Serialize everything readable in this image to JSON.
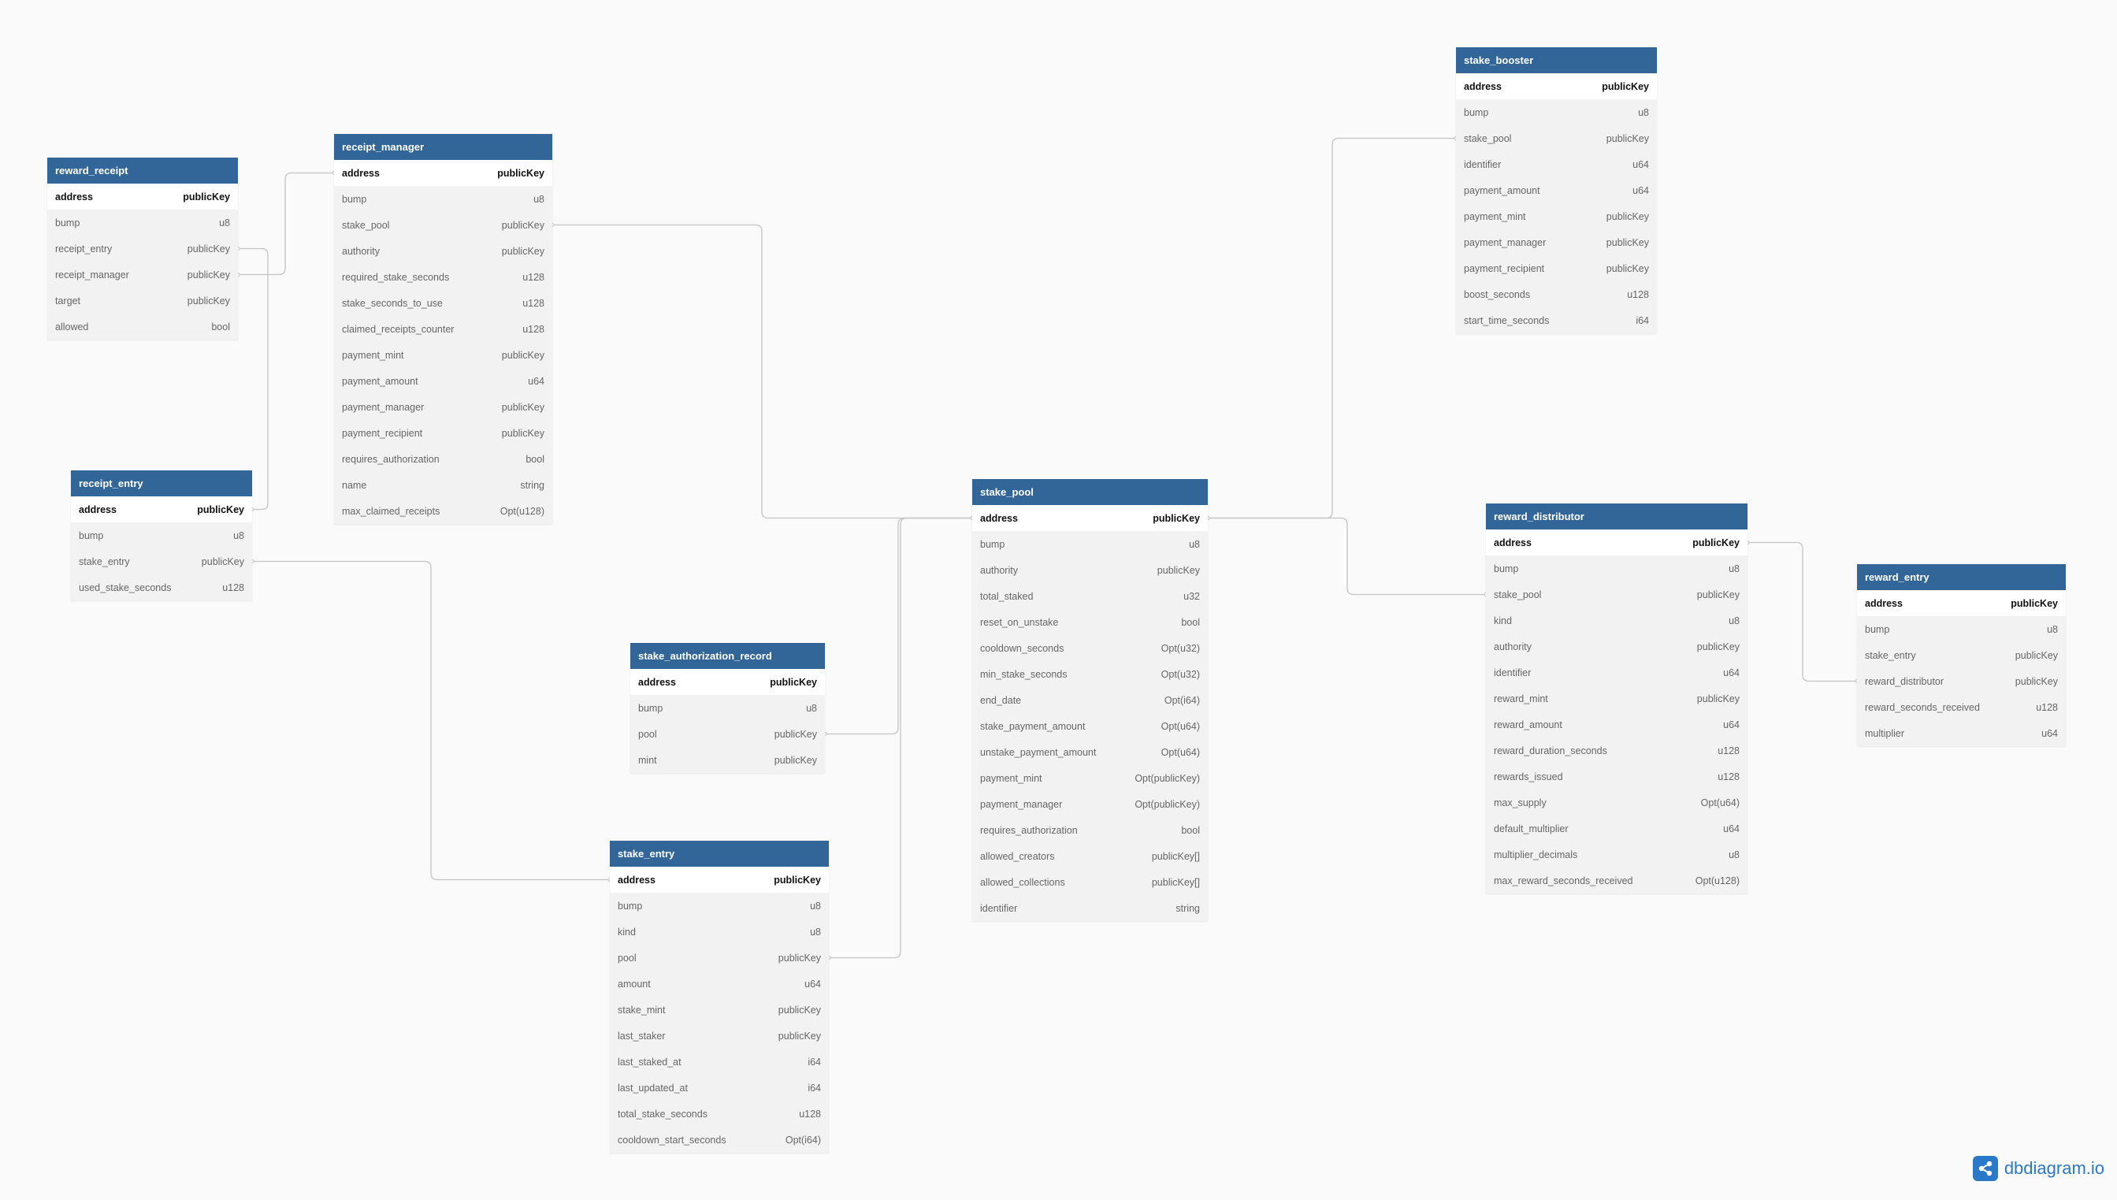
{
  "brand": {
    "name": "dbdiagram.io"
  },
  "colors": {
    "header": "#326698",
    "connector": "#c4c4c4",
    "brand": "#2a79c9"
  },
  "tables": [
    {
      "id": "reward_receipt",
      "name": "reward_receipt",
      "columns": [
        {
          "name": "address",
          "type": "publicKey",
          "pk": true
        },
        {
          "name": "bump",
          "type": "u8"
        },
        {
          "name": "receipt_entry",
          "type": "publicKey"
        },
        {
          "name": "receipt_manager",
          "type": "publicKey"
        },
        {
          "name": "target",
          "type": "publicKey"
        },
        {
          "name": "allowed",
          "type": "bool"
        }
      ]
    },
    {
      "id": "receipt_manager",
      "name": "receipt_manager",
      "columns": [
        {
          "name": "address",
          "type": "publicKey",
          "pk": true
        },
        {
          "name": "bump",
          "type": "u8"
        },
        {
          "name": "stake_pool",
          "type": "publicKey"
        },
        {
          "name": "authority",
          "type": "publicKey"
        },
        {
          "name": "required_stake_seconds",
          "type": "u128"
        },
        {
          "name": "stake_seconds_to_use",
          "type": "u128"
        },
        {
          "name": "claimed_receipts_counter",
          "type": "u128"
        },
        {
          "name": "payment_mint",
          "type": "publicKey"
        },
        {
          "name": "payment_amount",
          "type": "u64"
        },
        {
          "name": "payment_manager",
          "type": "publicKey"
        },
        {
          "name": "payment_recipient",
          "type": "publicKey"
        },
        {
          "name": "requires_authorization",
          "type": "bool"
        },
        {
          "name": "name",
          "type": "string"
        },
        {
          "name": "max_claimed_receipts",
          "type": "Opt(u128)"
        }
      ]
    },
    {
      "id": "receipt_entry",
      "name": "receipt_entry",
      "columns": [
        {
          "name": "address",
          "type": "publicKey",
          "pk": true
        },
        {
          "name": "bump",
          "type": "u8"
        },
        {
          "name": "stake_entry",
          "type": "publicKey"
        },
        {
          "name": "used_stake_seconds",
          "type": "u128"
        }
      ]
    },
    {
      "id": "stake_authorization_record",
      "name": "stake_authorization_record",
      "columns": [
        {
          "name": "address",
          "type": "publicKey",
          "pk": true
        },
        {
          "name": "bump",
          "type": "u8"
        },
        {
          "name": "pool",
          "type": "publicKey"
        },
        {
          "name": "mint",
          "type": "publicKey"
        }
      ]
    },
    {
      "id": "stake_entry",
      "name": "stake_entry",
      "columns": [
        {
          "name": "address",
          "type": "publicKey",
          "pk": true
        },
        {
          "name": "bump",
          "type": "u8"
        },
        {
          "name": "kind",
          "type": "u8"
        },
        {
          "name": "pool",
          "type": "publicKey"
        },
        {
          "name": "amount",
          "type": "u64"
        },
        {
          "name": "stake_mint",
          "type": "publicKey"
        },
        {
          "name": "last_staker",
          "type": "publicKey"
        },
        {
          "name": "last_staked_at",
          "type": "i64"
        },
        {
          "name": "last_updated_at",
          "type": "i64"
        },
        {
          "name": "total_stake_seconds",
          "type": "u128"
        },
        {
          "name": "cooldown_start_seconds",
          "type": "Opt(i64)"
        }
      ]
    },
    {
      "id": "stake_pool",
      "name": "stake_pool",
      "columns": [
        {
          "name": "address",
          "type": "publicKey",
          "pk": true
        },
        {
          "name": "bump",
          "type": "u8"
        },
        {
          "name": "authority",
          "type": "publicKey"
        },
        {
          "name": "total_staked",
          "type": "u32"
        },
        {
          "name": "reset_on_unstake",
          "type": "bool"
        },
        {
          "name": "cooldown_seconds",
          "type": "Opt(u32)"
        },
        {
          "name": "min_stake_seconds",
          "type": "Opt(u32)"
        },
        {
          "name": "end_date",
          "type": "Opt(i64)"
        },
        {
          "name": "stake_payment_amount",
          "type": "Opt(u64)"
        },
        {
          "name": "unstake_payment_amount",
          "type": "Opt(u64)"
        },
        {
          "name": "payment_mint",
          "type": "Opt(publicKey)"
        },
        {
          "name": "payment_manager",
          "type": "Opt(publicKey)"
        },
        {
          "name": "requires_authorization",
          "type": "bool"
        },
        {
          "name": "allowed_creators",
          "type": "publicKey[]"
        },
        {
          "name": "allowed_collections",
          "type": "publicKey[]"
        },
        {
          "name": "identifier",
          "type": "string"
        }
      ]
    },
    {
      "id": "stake_booster",
      "name": "stake_booster",
      "columns": [
        {
          "name": "address",
          "type": "publicKey",
          "pk": true
        },
        {
          "name": "bump",
          "type": "u8"
        },
        {
          "name": "stake_pool",
          "type": "publicKey"
        },
        {
          "name": "identifier",
          "type": "u64"
        },
        {
          "name": "payment_amount",
          "type": "u64"
        },
        {
          "name": "payment_mint",
          "type": "publicKey"
        },
        {
          "name": "payment_manager",
          "type": "publicKey"
        },
        {
          "name": "payment_recipient",
          "type": "publicKey"
        },
        {
          "name": "boost_seconds",
          "type": "u128"
        },
        {
          "name": "start_time_seconds",
          "type": "i64"
        }
      ]
    },
    {
      "id": "reward_distributor",
      "name": "reward_distributor",
      "columns": [
        {
          "name": "address",
          "type": "publicKey",
          "pk": true
        },
        {
          "name": "bump",
          "type": "u8"
        },
        {
          "name": "stake_pool",
          "type": "publicKey"
        },
        {
          "name": "kind",
          "type": "u8"
        },
        {
          "name": "authority",
          "type": "publicKey"
        },
        {
          "name": "identifier",
          "type": "u64"
        },
        {
          "name": "reward_mint",
          "type": "publicKey"
        },
        {
          "name": "reward_amount",
          "type": "u64"
        },
        {
          "name": "reward_duration_seconds",
          "type": "u128"
        },
        {
          "name": "rewards_issued",
          "type": "u128"
        },
        {
          "name": "max_supply",
          "type": "Opt(u64)"
        },
        {
          "name": "default_multiplier",
          "type": "u64"
        },
        {
          "name": "multiplier_decimals",
          "type": "u8"
        },
        {
          "name": "max_reward_seconds_received",
          "type": "Opt(u128)"
        }
      ]
    },
    {
      "id": "reward_entry",
      "name": "reward_entry",
      "columns": [
        {
          "name": "address",
          "type": "publicKey",
          "pk": true
        },
        {
          "name": "bump",
          "type": "u8"
        },
        {
          "name": "stake_entry",
          "type": "publicKey"
        },
        {
          "name": "reward_distributor",
          "type": "publicKey"
        },
        {
          "name": "reward_seconds_received",
          "type": "u128"
        },
        {
          "name": "multiplier",
          "type": "u64"
        }
      ]
    }
  ],
  "relations": [
    {
      "from": "reward_receipt.receipt_entry",
      "to": "receipt_entry.address"
    },
    {
      "from": "reward_receipt.receipt_manager",
      "to": "receipt_manager.address"
    },
    {
      "from": "receipt_entry.stake_entry",
      "to": "stake_entry.address"
    },
    {
      "from": "receipt_manager.stake_pool",
      "to": "stake_pool.address"
    },
    {
      "from": "stake_authorization_record.pool",
      "to": "stake_pool.address"
    },
    {
      "from": "stake_entry.pool",
      "to": "stake_pool.address"
    },
    {
      "from": "stake_booster.stake_pool",
      "to": "stake_pool.address"
    },
    {
      "from": "reward_distributor.stake_pool",
      "to": "stake_pool.address"
    },
    {
      "from": "reward_entry.reward_distributor",
      "to": "reward_distributor.address"
    }
  ]
}
